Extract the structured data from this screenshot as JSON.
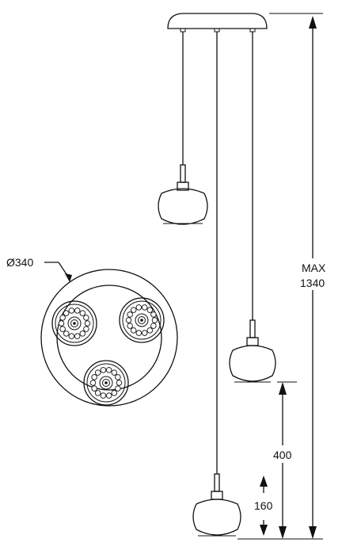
{
  "diagram": {
    "top_view": {
      "diameter_label": "Ø340"
    },
    "dimensions": {
      "max_height_line1": "MAX",
      "max_height_line2": "1340",
      "drop_offset": "400",
      "shade_height": "160"
    },
    "pendant_count": 3
  }
}
